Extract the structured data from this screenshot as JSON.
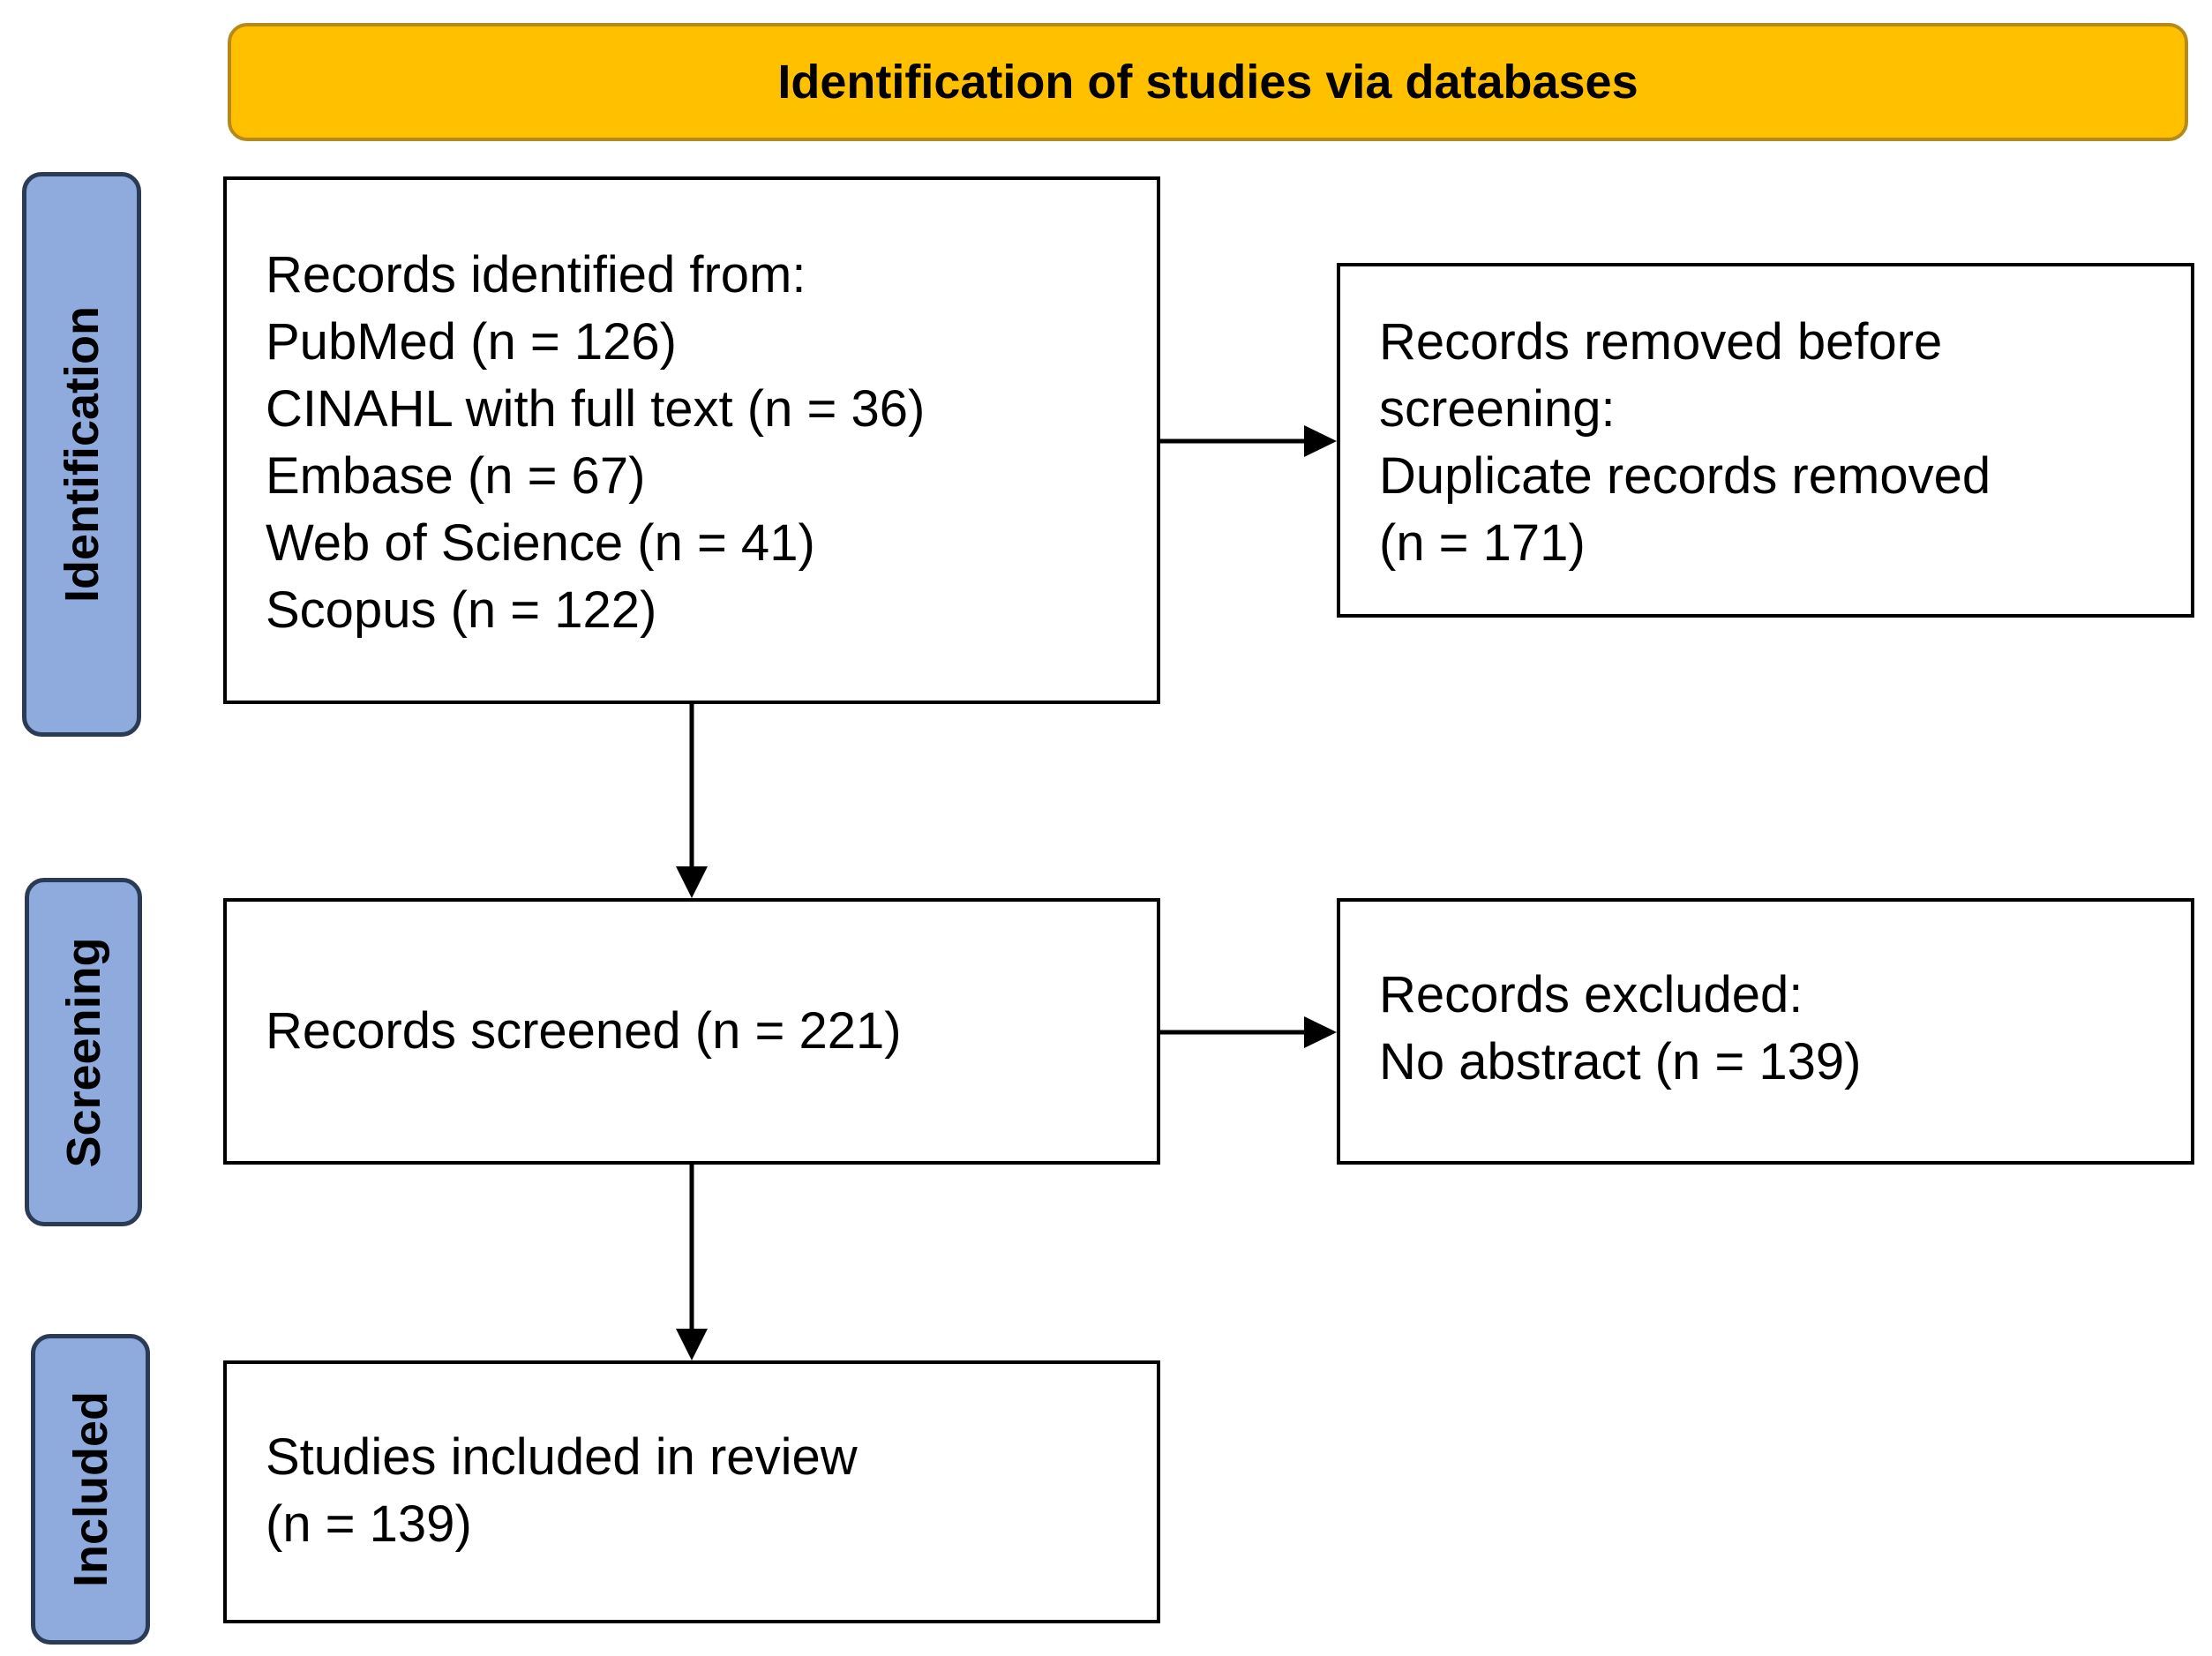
{
  "colors": {
    "banner": "#ffc000",
    "phase": "#8faadc",
    "border": "#000000"
  },
  "banner": {
    "label": "Identification of studies via databases"
  },
  "phases": {
    "identification": "Identification",
    "screening": "Screening",
    "included": "Included"
  },
  "boxes": {
    "records_identified": {
      "lines": [
        "Records identified from:",
        "PubMed  (n = 126)",
        "CINAHL  with full  text (n = 36)",
        "Embase (n = 67)",
        "Web of Science (n = 41)",
        "Scopus (n = 122)"
      ]
    },
    "removed_before_screening": {
      "lines": [
        "Records removed before",
        "screening:",
        "Duplicate records removed",
        "(n = 171)"
      ]
    },
    "records_screened": {
      "lines": [
        "Records screened (n = 221)"
      ]
    },
    "records_excluded": {
      "lines": [
        "Records excluded:",
        "No abstract (n = 139)"
      ]
    },
    "studies_included": {
      "lines": [
        "Studies included  in review",
        "(n = 139)"
      ]
    }
  }
}
